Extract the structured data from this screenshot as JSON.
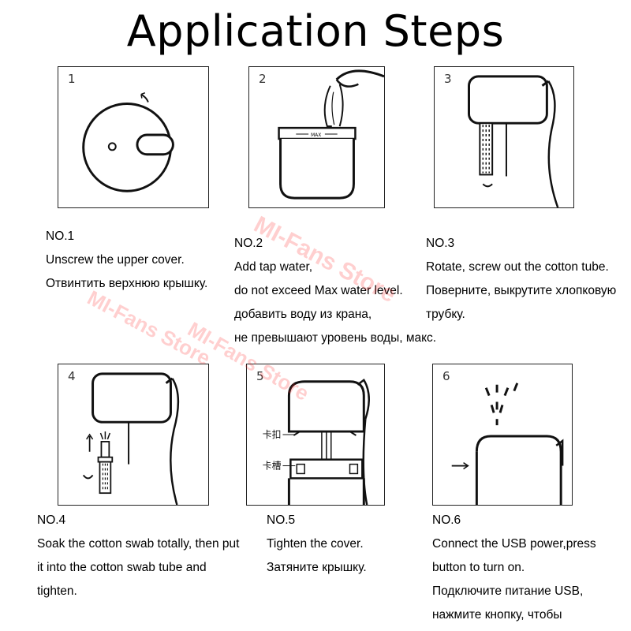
{
  "title": "Application Steps",
  "watermark": [
    "MI-Fans Store",
    "MI-Fans Store",
    "MI-Fans Store"
  ],
  "steps": [
    {
      "num": "1",
      "label": "NO.1",
      "lines": [
        "Unscrew the upper cover.",
        "Отвинтить верхнюю крышку."
      ]
    },
    {
      "num": "2",
      "label": "NO.2",
      "max_mark": "MAX",
      "lines": [
        "Add tap water,",
        "do not exceed Max water level.",
        "добавить воду из крана,",
        "не превышают уровень воды, макс."
      ]
    },
    {
      "num": "3",
      "label": "NO.3",
      "lines": [
        "Rotate, screw out the cotton tube.",
        "Поверните, выкрутите хлопковую",
        " трубку."
      ]
    },
    {
      "num": "4",
      "label": "NO.4",
      "lines": [
        "Soak the cotton swab totally, then put",
        "it into the cotton swab tube and",
        "tighten."
      ]
    },
    {
      "num": "5",
      "label": "NO.5",
      "labels_cn": [
        "卡扣",
        "卡槽"
      ],
      "lines": [
        "Tighten the cover.",
        "Затяните крышку."
      ]
    },
    {
      "num": "6",
      "label": "NO.6",
      "lines": [
        "Connect the USB power,press",
        "button to turn on.",
        "Подключите питание USB,",
        "нажмите кнопку, чтобы"
      ]
    }
  ]
}
